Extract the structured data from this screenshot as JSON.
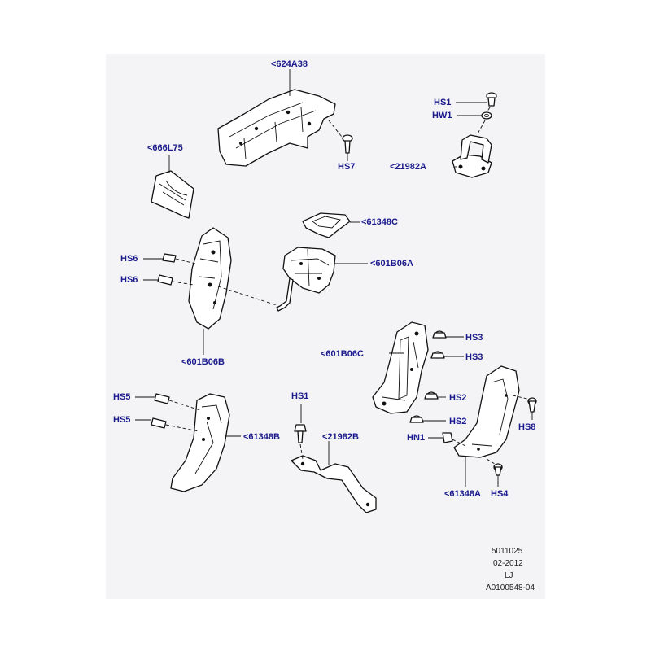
{
  "labels": {
    "p624A38": "<624A38",
    "p666L75": "<666L75",
    "p21982A": "<21982A",
    "p61348C": "<61348C",
    "p601B06A": "<601B06A",
    "p601B06B": "<601B06B",
    "p601B06C": "<601B06C",
    "p61348B": "<61348B",
    "p21982B": "<21982B",
    "p61348A": "<61348A",
    "hs1_top": "HS1",
    "hw1": "HW1",
    "hs7": "HS7",
    "hs6_a": "HS6",
    "hs6_b": "HS6",
    "hs3_a": "HS3",
    "hs3_b": "HS3",
    "hs2_a": "HS2",
    "hs2_b": "HS2",
    "hs5_a": "HS5",
    "hs5_b": "HS5",
    "hs1_bottom": "HS1",
    "hn1": "HN1",
    "hs8": "HS8",
    "hs4": "HS4"
  },
  "footer": {
    "line1": "5011025",
    "line2": "02-2012",
    "line3": "LJ",
    "line4": "A0100548-04"
  },
  "colors": {
    "label": "#1a1a8c",
    "background": "#f4f4f6"
  }
}
